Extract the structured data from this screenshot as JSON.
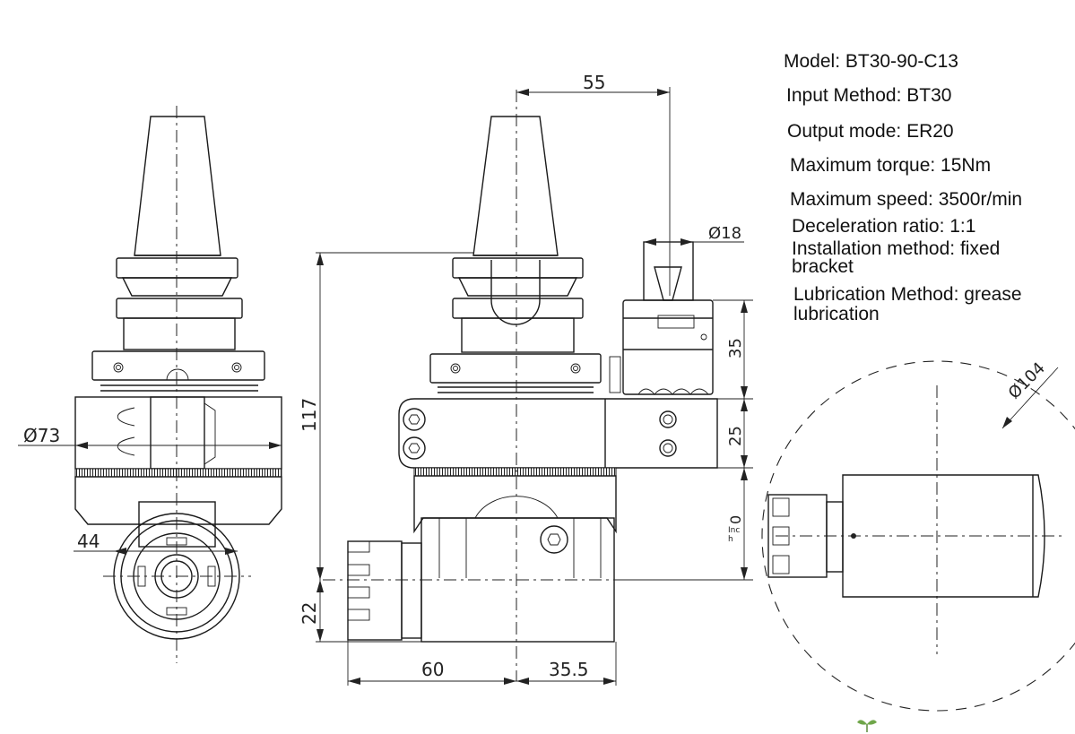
{
  "specs": {
    "model": "Model: BT30-90-C13",
    "input_method": "Input Method: BT30",
    "output_mode": "Output mode: ER20",
    "max_torque": "Maximum torque: 15Nm",
    "max_speed": "Maximum speed: 3500r/min",
    "deceleration_ratio": "Deceleration ratio: 1:1",
    "installation_line1": "Installation method: fixed",
    "installation_line2": "bracket",
    "lubrication_line1": "Lubrication Method: grease",
    "lubrication_line2": "lubrication"
  },
  "dimensions": {
    "d55": "55",
    "d18": "Ø18",
    "d35": "35",
    "d25": "25",
    "d0": "0",
    "inch_1": "Inc",
    "inch_2": "h",
    "d117": "117",
    "d73": "Ø73",
    "d44": "44",
    "d22": "22",
    "d60": "60",
    "d35_5": "35.5",
    "d104": "Ø104"
  },
  "icons": {
    "logo": "sprout-icon"
  }
}
